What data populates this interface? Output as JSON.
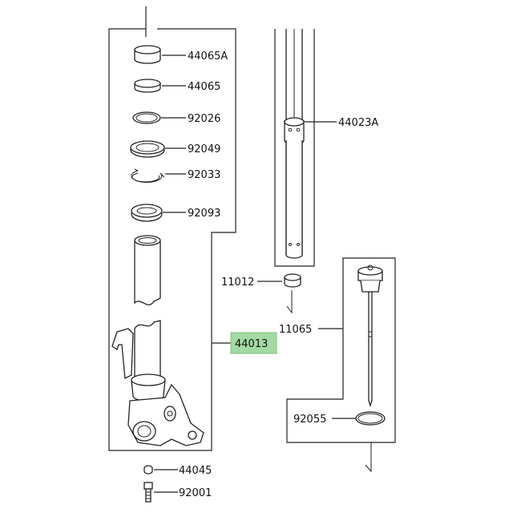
{
  "parts": {
    "p44065A": "44065A",
    "p44065": "44065",
    "p92026": "92026",
    "p92049": "92049",
    "p92033": "92033",
    "p92093": "92093",
    "p44023A": "44023A",
    "p11012": "11012",
    "p11065": "11065",
    "p44013": "44013",
    "p92055": "92055",
    "p44045": "44045",
    "p92001": "92001"
  },
  "colors": {
    "highlight": "#a3d9a3",
    "line": "#222222"
  }
}
